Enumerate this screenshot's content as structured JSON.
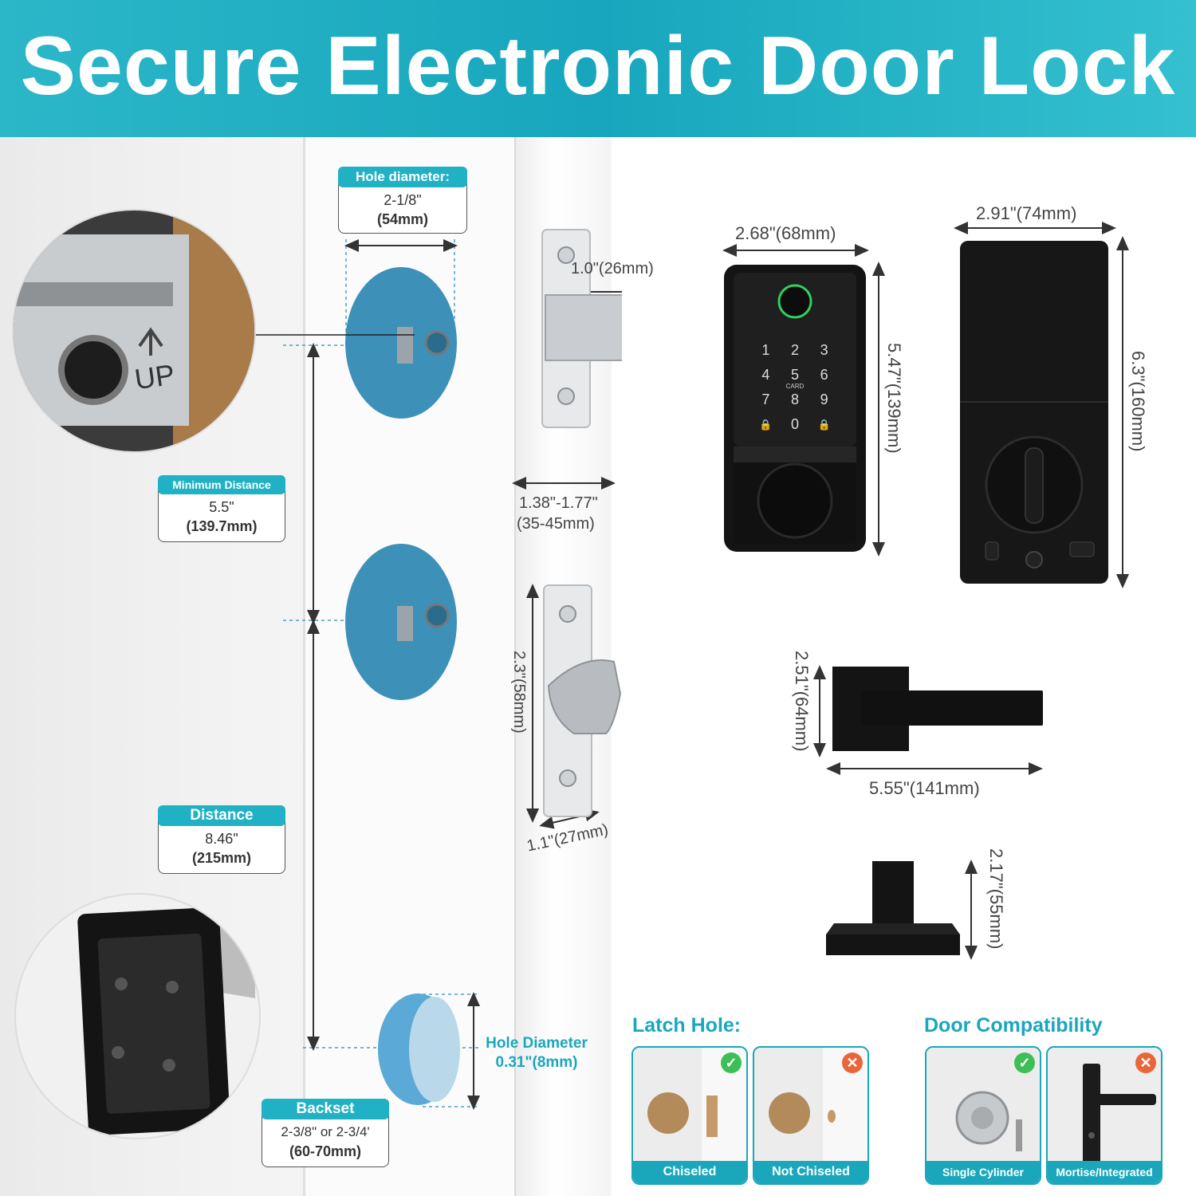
{
  "header": {
    "title": "Secure Electronic Door Lock"
  },
  "labels": {
    "hole_diameter": {
      "title": "Hole diameter:",
      "value": "2-1/8\"",
      "metric": "(54mm)"
    },
    "minimum_distance": {
      "title": "Minimum Distance",
      "value": "5.5\"",
      "metric": "(139.7mm)"
    },
    "distance": {
      "title": "Distance",
      "value": "8.46\"",
      "metric": "(215mm)"
    },
    "backset": {
      "title": "Backset",
      "value": "2-3/8\" or 2-3/4'",
      "metric": "(60-70mm)"
    },
    "small_hole": {
      "title": "Hole Diameter",
      "value": "0.31\"(8mm)"
    }
  },
  "dimensions": {
    "latch_bolt": "1.0\"(26mm)",
    "door_thickness": "1.38\"-1.77\"",
    "door_thickness_metric": "(35-45mm)",
    "strike_height": "2.3\"(58mm)",
    "strike_width": "1.1\"(27mm)",
    "front_width": "2.68\"(68mm)",
    "front_height": "5.47\"(139mm)",
    "back_width": "2.91\"(74mm)",
    "back_height": "6.3\"(160mm)",
    "lever_height": "2.51\"(64mm)",
    "lever_length": "5.55\"(141mm)",
    "lever_depth": "2.17\"(55mm)"
  },
  "keypad": {
    "keys": [
      "1",
      "2",
      "3",
      "4",
      "5",
      "6",
      "7",
      "8",
      "9",
      "🔒",
      "0",
      "🔒"
    ],
    "card_label": "CARD"
  },
  "latch_detail": {
    "up_label": "UP"
  },
  "latch_hole": {
    "title": "Latch Hole:",
    "items": [
      {
        "label": "Chiseled",
        "status": "ok"
      },
      {
        "label": "Not Chiseled",
        "status": "no"
      }
    ]
  },
  "door_compatibility": {
    "title": "Door Compatibility",
    "items": [
      {
        "label": "Single Cylinder",
        "status": "ok"
      },
      {
        "label": "Mortise/Integrated",
        "status": "no"
      }
    ]
  },
  "colors": {
    "accent": "#1aa7bc",
    "ok": "#3cbf55",
    "no": "#e9663a",
    "hole": "#3d91b8",
    "device": "#141414"
  }
}
